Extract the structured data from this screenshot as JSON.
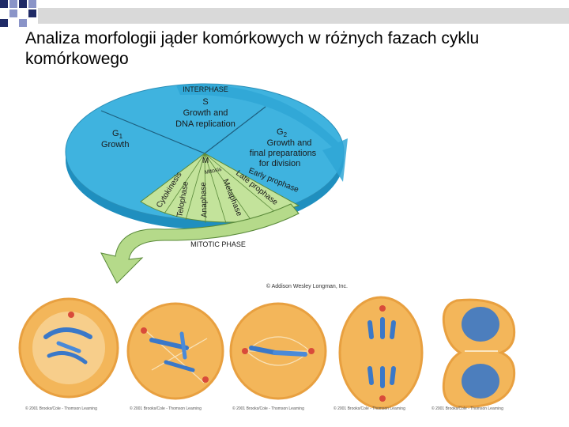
{
  "slide": {
    "title": "Analiza morfologii jąder komórkowych w różnych fazach cyklu komórkowego"
  },
  "cycle_diagram": {
    "interphase_label": "INTERPHASE",
    "s_label": "S",
    "s_desc_1": "Growth and",
    "s_desc_2": "DNA replication",
    "g1_label": "G",
    "g1_sub": "1",
    "g1_desc": "Growth",
    "g2_label": "G",
    "g2_sub": "2",
    "g2_desc_1": "Growth and",
    "g2_desc_2": "final preparations",
    "g2_desc_3": "for division",
    "m_label": "M",
    "mitosis_label": "Mitosis",
    "cytokinesis": "Cytokinesis",
    "telophase": "Telophase",
    "anaphase": "Anaphase",
    "metaphase": "Metaphase",
    "late_prophase": "Late prophase",
    "early_prophase": "Early prophase",
    "mitotic_phase_label": "MITOTIC PHASE",
    "copyright": "© Addison Wesley Longman, Inc."
  },
  "cell_photos": {
    "credits": [
      "© 2001 Brooks/Cole - Thomson Learning",
      "© 2001 Brooks/Cole - Thomson Learning",
      "© 2001 Brooks/Cole - Thomson Learning",
      "© 2001 Brooks/Cole - Thomson Learning",
      "© 2001 Brooks/Cole - Thomson Learning"
    ]
  },
  "colors": {
    "disc_blue": "#3fb3df",
    "disc_dark": "#1f8fbf",
    "mitotic_green": "#c3e39b",
    "cell_orange": "#f3b65a",
    "chromosome_blue": "#3a78c8",
    "deco_navy": "#1f2a66"
  }
}
